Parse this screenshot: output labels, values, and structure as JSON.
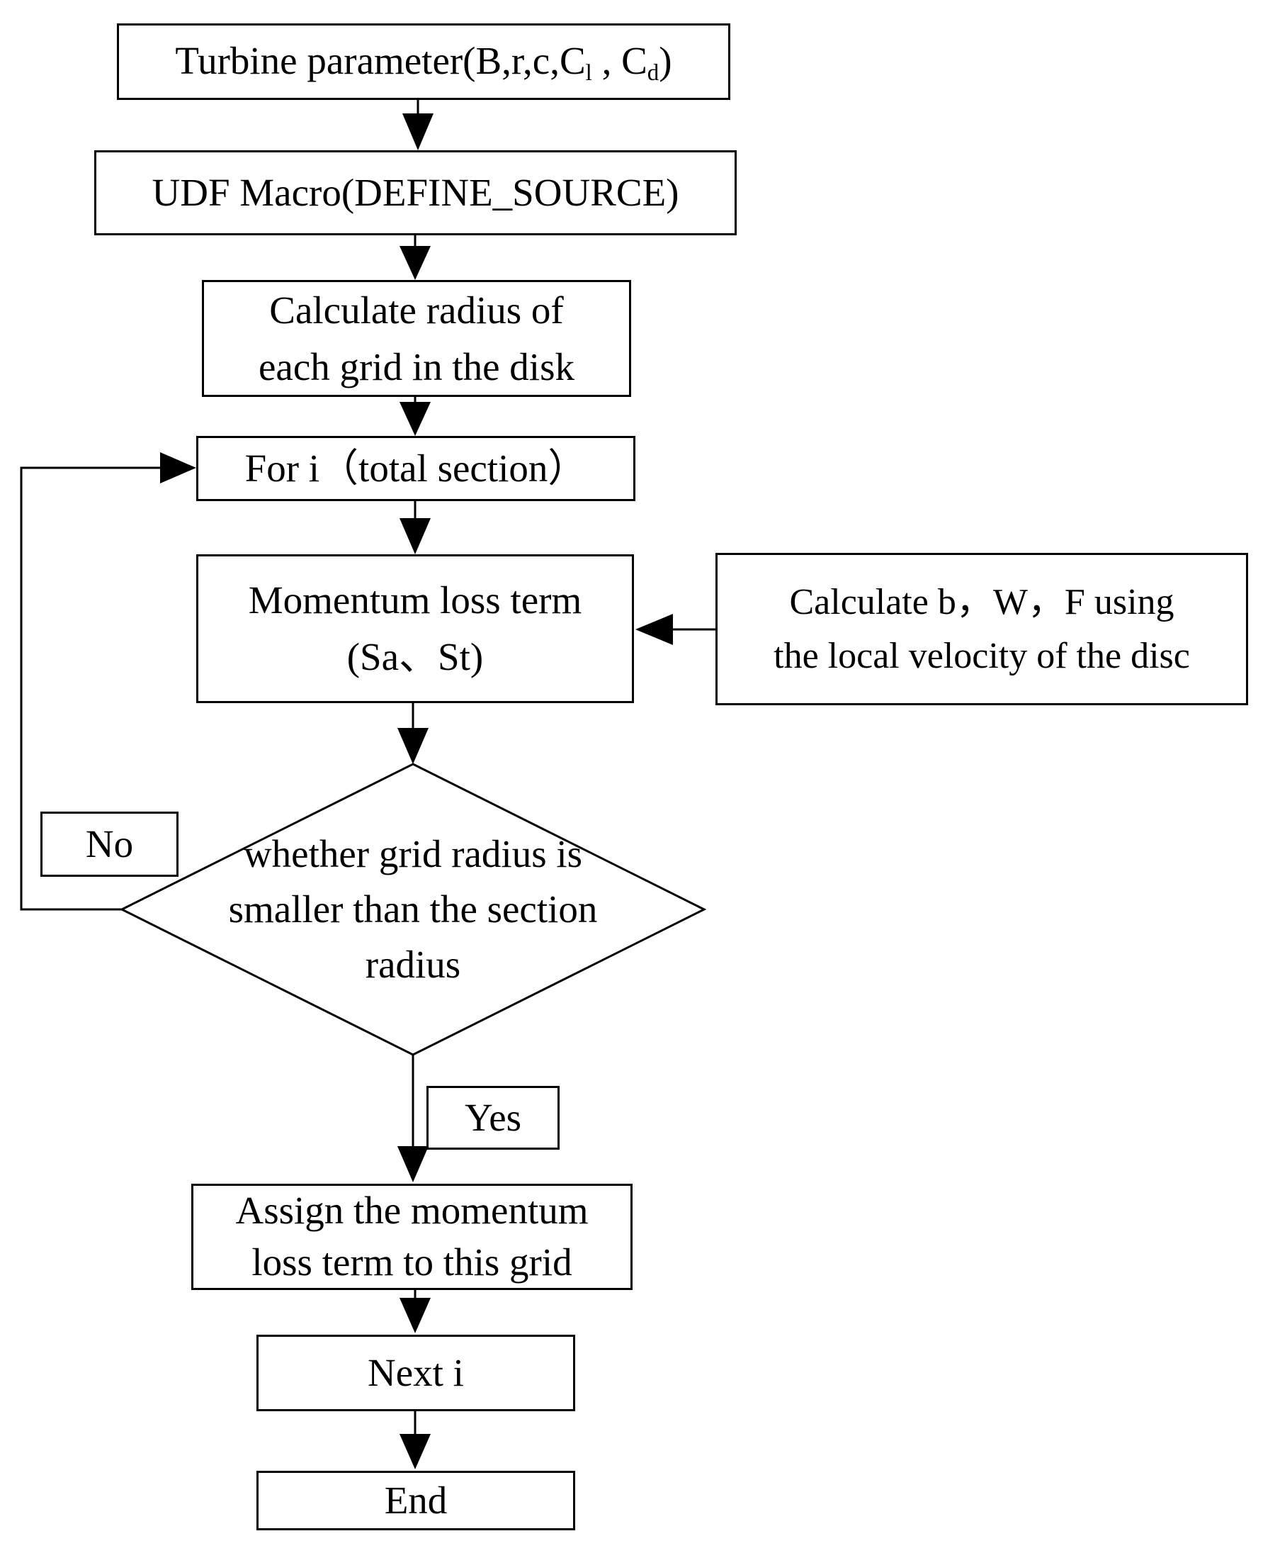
{
  "figure": {
    "type": "flowchart",
    "colors": {
      "background": "#ffffff",
      "line": "#000000",
      "text": "#000000",
      "node_fill": "#ffffff"
    }
  },
  "nodes": {
    "turbine": {
      "prefix": "Turbine parameter(B,r,c,C",
      "sub_l": "l",
      "mid": " , C",
      "sub_d": "d",
      "suffix": ")"
    },
    "udf_macro": {
      "label": "UDF Macro(DEFINE_SOURCE)"
    },
    "calc_radius": {
      "line1": "Calculate radius of",
      "line2": "each grid in the disk"
    },
    "for_i": {
      "label": "For i（total section）"
    },
    "momentum": {
      "line1": "Momentum loss term",
      "line2": "(Sa、St)"
    },
    "calc_bwf": {
      "line1": "Calculate b，W，F using",
      "line2": "the local velocity of the disc"
    },
    "decision": {
      "line1": "whether  grid radius is",
      "line2": "smaller than the section",
      "line3": "radius"
    },
    "no_label": {
      "label": "No"
    },
    "yes_label": {
      "label": "Yes"
    },
    "assign": {
      "line1": "Assign the momentum",
      "line2": "loss term to this grid"
    },
    "next_i": {
      "label": "Next i"
    },
    "end": {
      "label": "End"
    }
  }
}
